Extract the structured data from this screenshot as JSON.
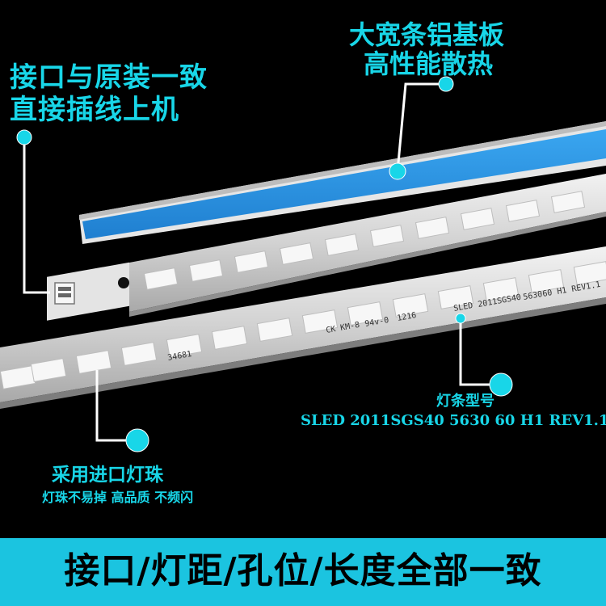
{
  "callouts": {
    "connector_line1": "接口与原装一致",
    "connector_line2": "直接插线上机",
    "substrate_line1": "大宽条铝基板",
    "substrate_line2": "高性能散热",
    "model_title": "灯条型号",
    "model_number": "SLED 2011SGS40 5630 60 H1 REV1.1",
    "led_title": "采用进口灯珠",
    "led_subtitle": "灯珠不易掉  高品质 不频闪"
  },
  "strip_print": {
    "marking1": "CK KM-8",
    "marking2": "94v-0",
    "marking3": "1216",
    "marking4": "SLED",
    "marking5": "2011SGS40",
    "marking6": "5630",
    "marking7": "60",
    "marking8": "H1",
    "marking9": "REV1.1",
    "marking10": "34681"
  },
  "banner": {
    "text": "接口/灯距/孔位/长度全部一致"
  },
  "colors": {
    "accent": "#18d6e8",
    "banner": "#1bc4e0",
    "substrate_blue": "#2a8fe0",
    "strip": "#dcdcdc"
  }
}
